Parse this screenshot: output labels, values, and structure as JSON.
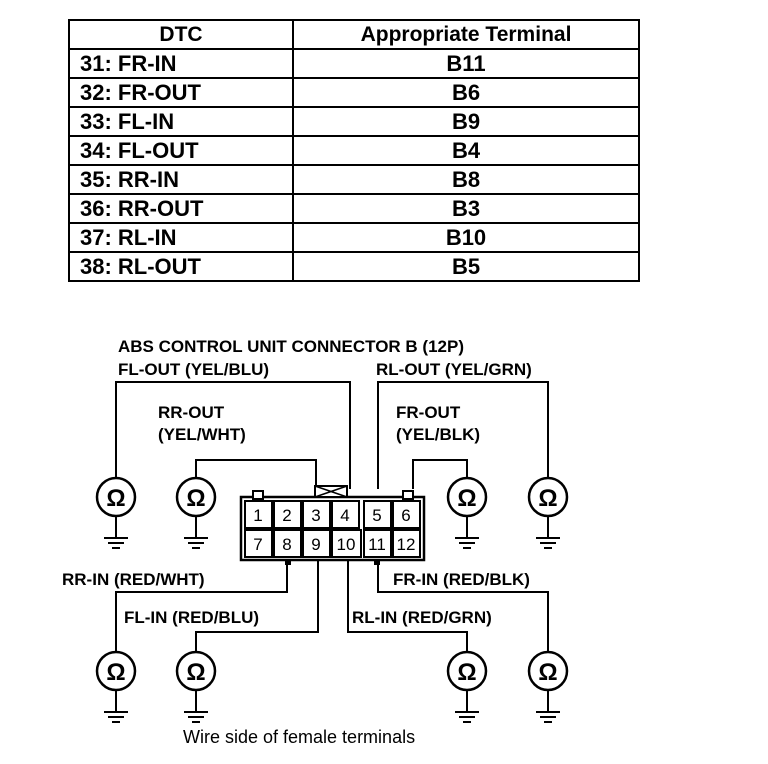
{
  "table": {
    "headers": [
      "DTC",
      "Appropriate Terminal"
    ],
    "rows": [
      {
        "dtc": "31: FR-IN",
        "terminal": "B11"
      },
      {
        "dtc": "32: FR-OUT",
        "terminal": "B6"
      },
      {
        "dtc": "33: FL-IN",
        "terminal": "B9"
      },
      {
        "dtc": "34: FL-OUT",
        "terminal": "B4"
      },
      {
        "dtc": "35: RR-IN",
        "terminal": "B8"
      },
      {
        "dtc": "36: RR-OUT",
        "terminal": "B3"
      },
      {
        "dtc": "37: RL-IN",
        "terminal": "B10"
      },
      {
        "dtc": "38: RL-OUT",
        "terminal": "B5"
      }
    ]
  },
  "diagram": {
    "title": "ABS CONTROL UNIT CONNECTOR B (12P)",
    "labels": {
      "fl_out": "FL-OUT (YEL/BLU)",
      "rl_out": "RL-OUT (YEL/GRN)",
      "rr_out_1": "RR-OUT",
      "rr_out_2": "(YEL/WHT)",
      "fr_out_1": "FR-OUT",
      "fr_out_2": "(YEL/BLK)",
      "rr_in": "RR-IN (RED/WHT)",
      "fr_in": "FR-IN (RED/BLK)",
      "fl_in": "FL-IN (RED/BLU)",
      "rl_in": "RL-IN (RED/GRN)"
    },
    "pins_top": [
      "1",
      "2",
      "3",
      "4",
      "5",
      "6"
    ],
    "pins_bottom": [
      "7",
      "8",
      "9",
      "10",
      "11",
      "12"
    ],
    "ohm_symbol": "Ω",
    "caption": "Wire side of female terminals"
  }
}
